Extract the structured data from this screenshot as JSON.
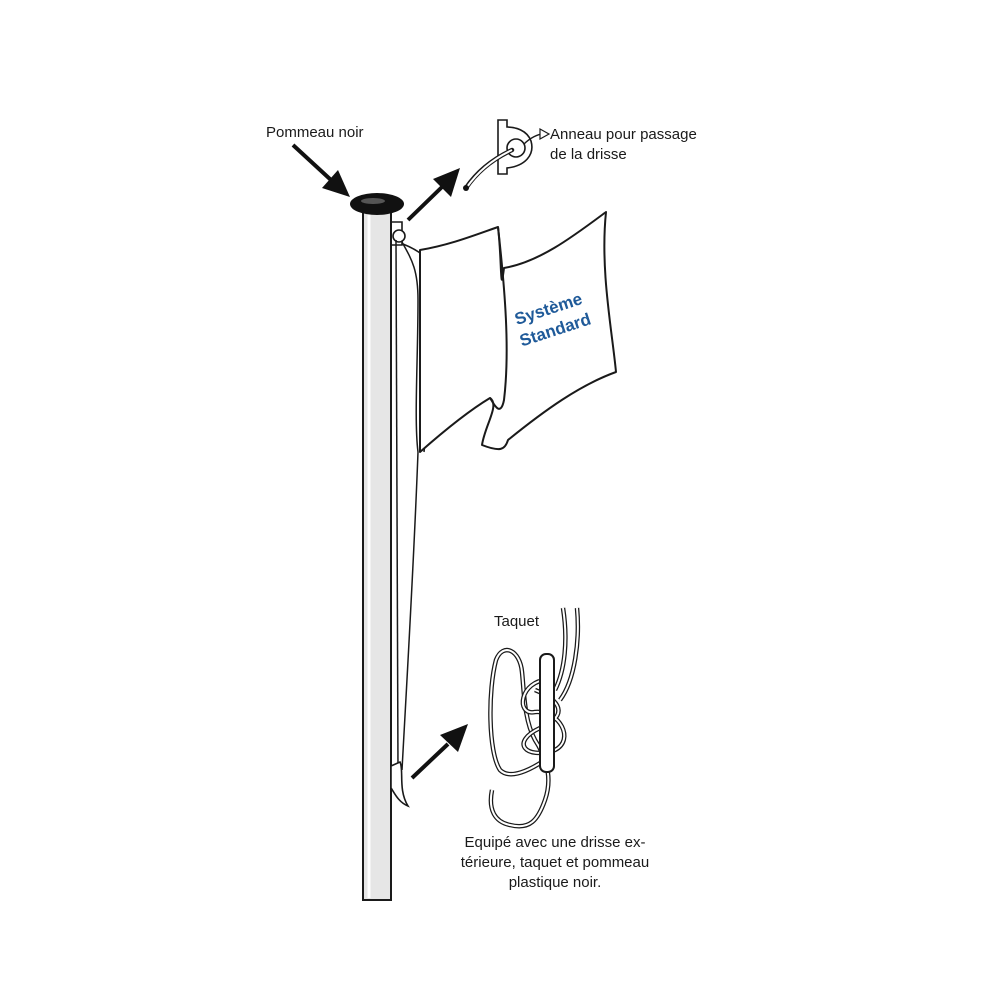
{
  "labels": {
    "pommeau": "Pommeau noir",
    "anneau_line1": "Anneau pour passage",
    "anneau_line2": "de la drisse",
    "taquet": "Taquet",
    "equipe_line1": "Equipé avec une drisse ex-",
    "equipe_line2": "térieure, taquet et pommeau",
    "equipe_line3": "plastique noir.",
    "flag_line1": "Système",
    "flag_line2": "Standard"
  },
  "colors": {
    "line": "#1a1a1a",
    "pole_fill": "#e6e6e6",
    "flag_text": "#1f5a99",
    "knob": "#111111"
  }
}
